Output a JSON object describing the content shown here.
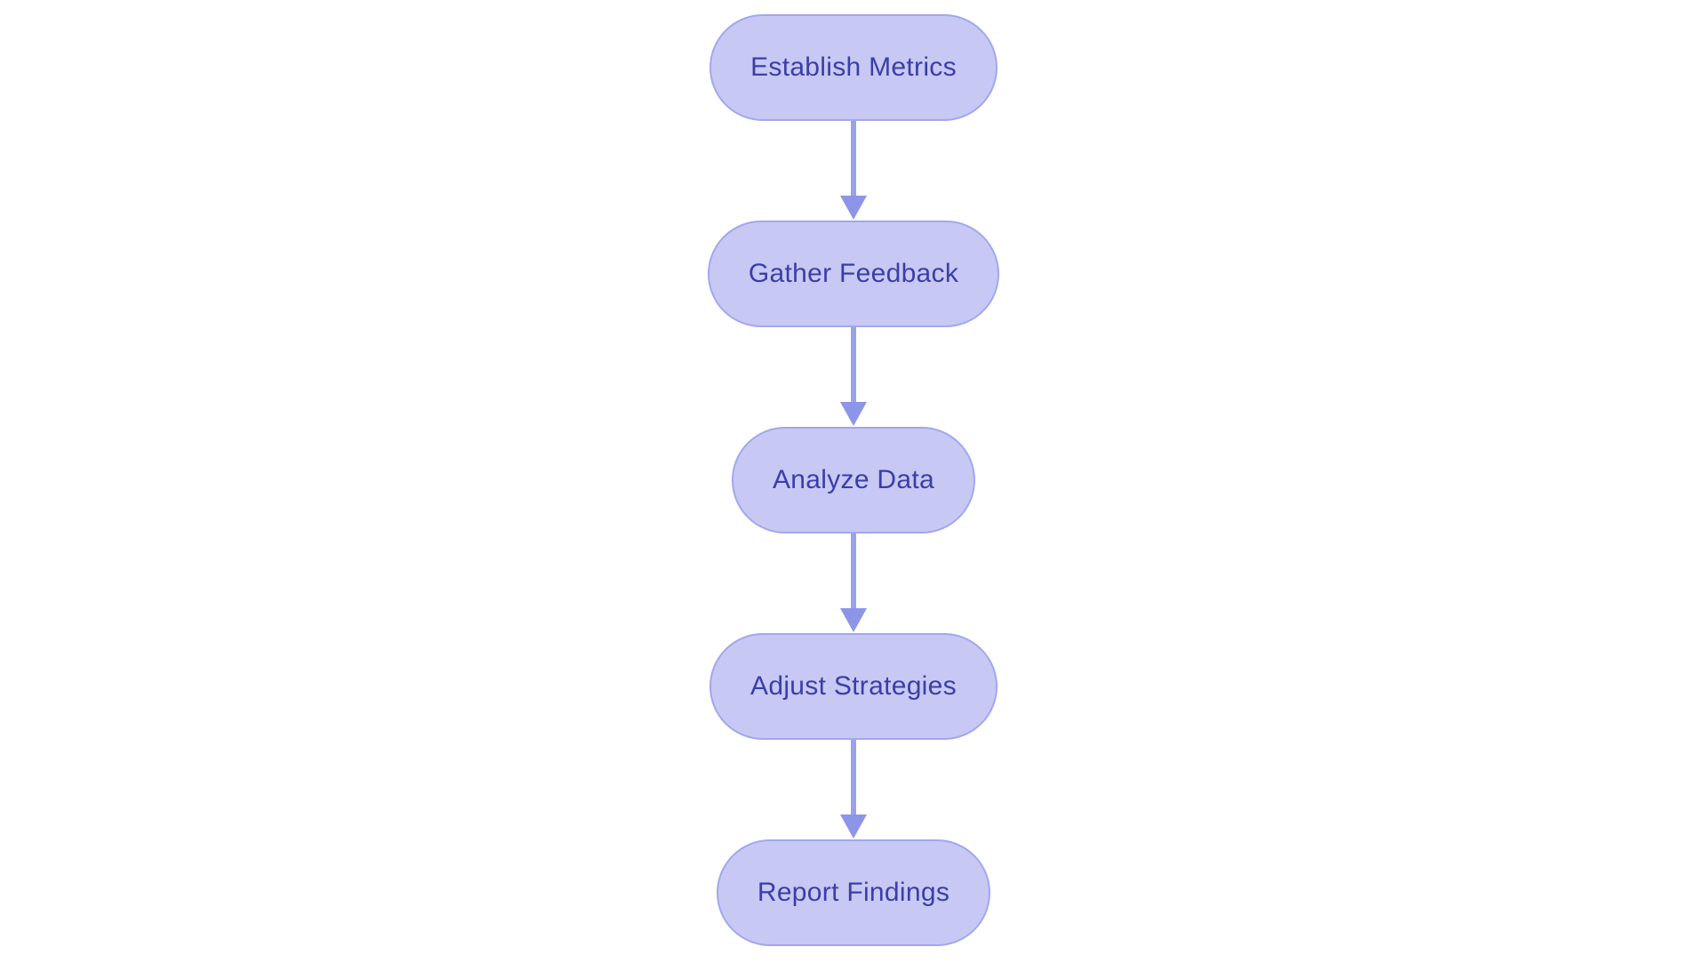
{
  "diagram": {
    "type": "flowchart",
    "direction": "top-down",
    "nodes": [
      {
        "id": "establish-metrics",
        "label": "Establish Metrics"
      },
      {
        "id": "gather-feedback",
        "label": "Gather Feedback"
      },
      {
        "id": "analyze-data",
        "label": "Analyze Data"
      },
      {
        "id": "adjust-strategies",
        "label": "Adjust Strategies"
      },
      {
        "id": "report-findings",
        "label": "Report Findings"
      }
    ],
    "edges": [
      {
        "from": "establish-metrics",
        "to": "gather-feedback"
      },
      {
        "from": "gather-feedback",
        "to": "analyze-data"
      },
      {
        "from": "analyze-data",
        "to": "adjust-strategies"
      },
      {
        "from": "adjust-strategies",
        "to": "report-findings"
      }
    ]
  },
  "theme": {
    "background": "#ffffff",
    "node_fill": "#c7c9f4",
    "node_border": "#a2a7ee",
    "node_text": "#3b3ea8",
    "arrow_line": "#9aa1ec",
    "arrow_head": "#8d95e8"
  }
}
